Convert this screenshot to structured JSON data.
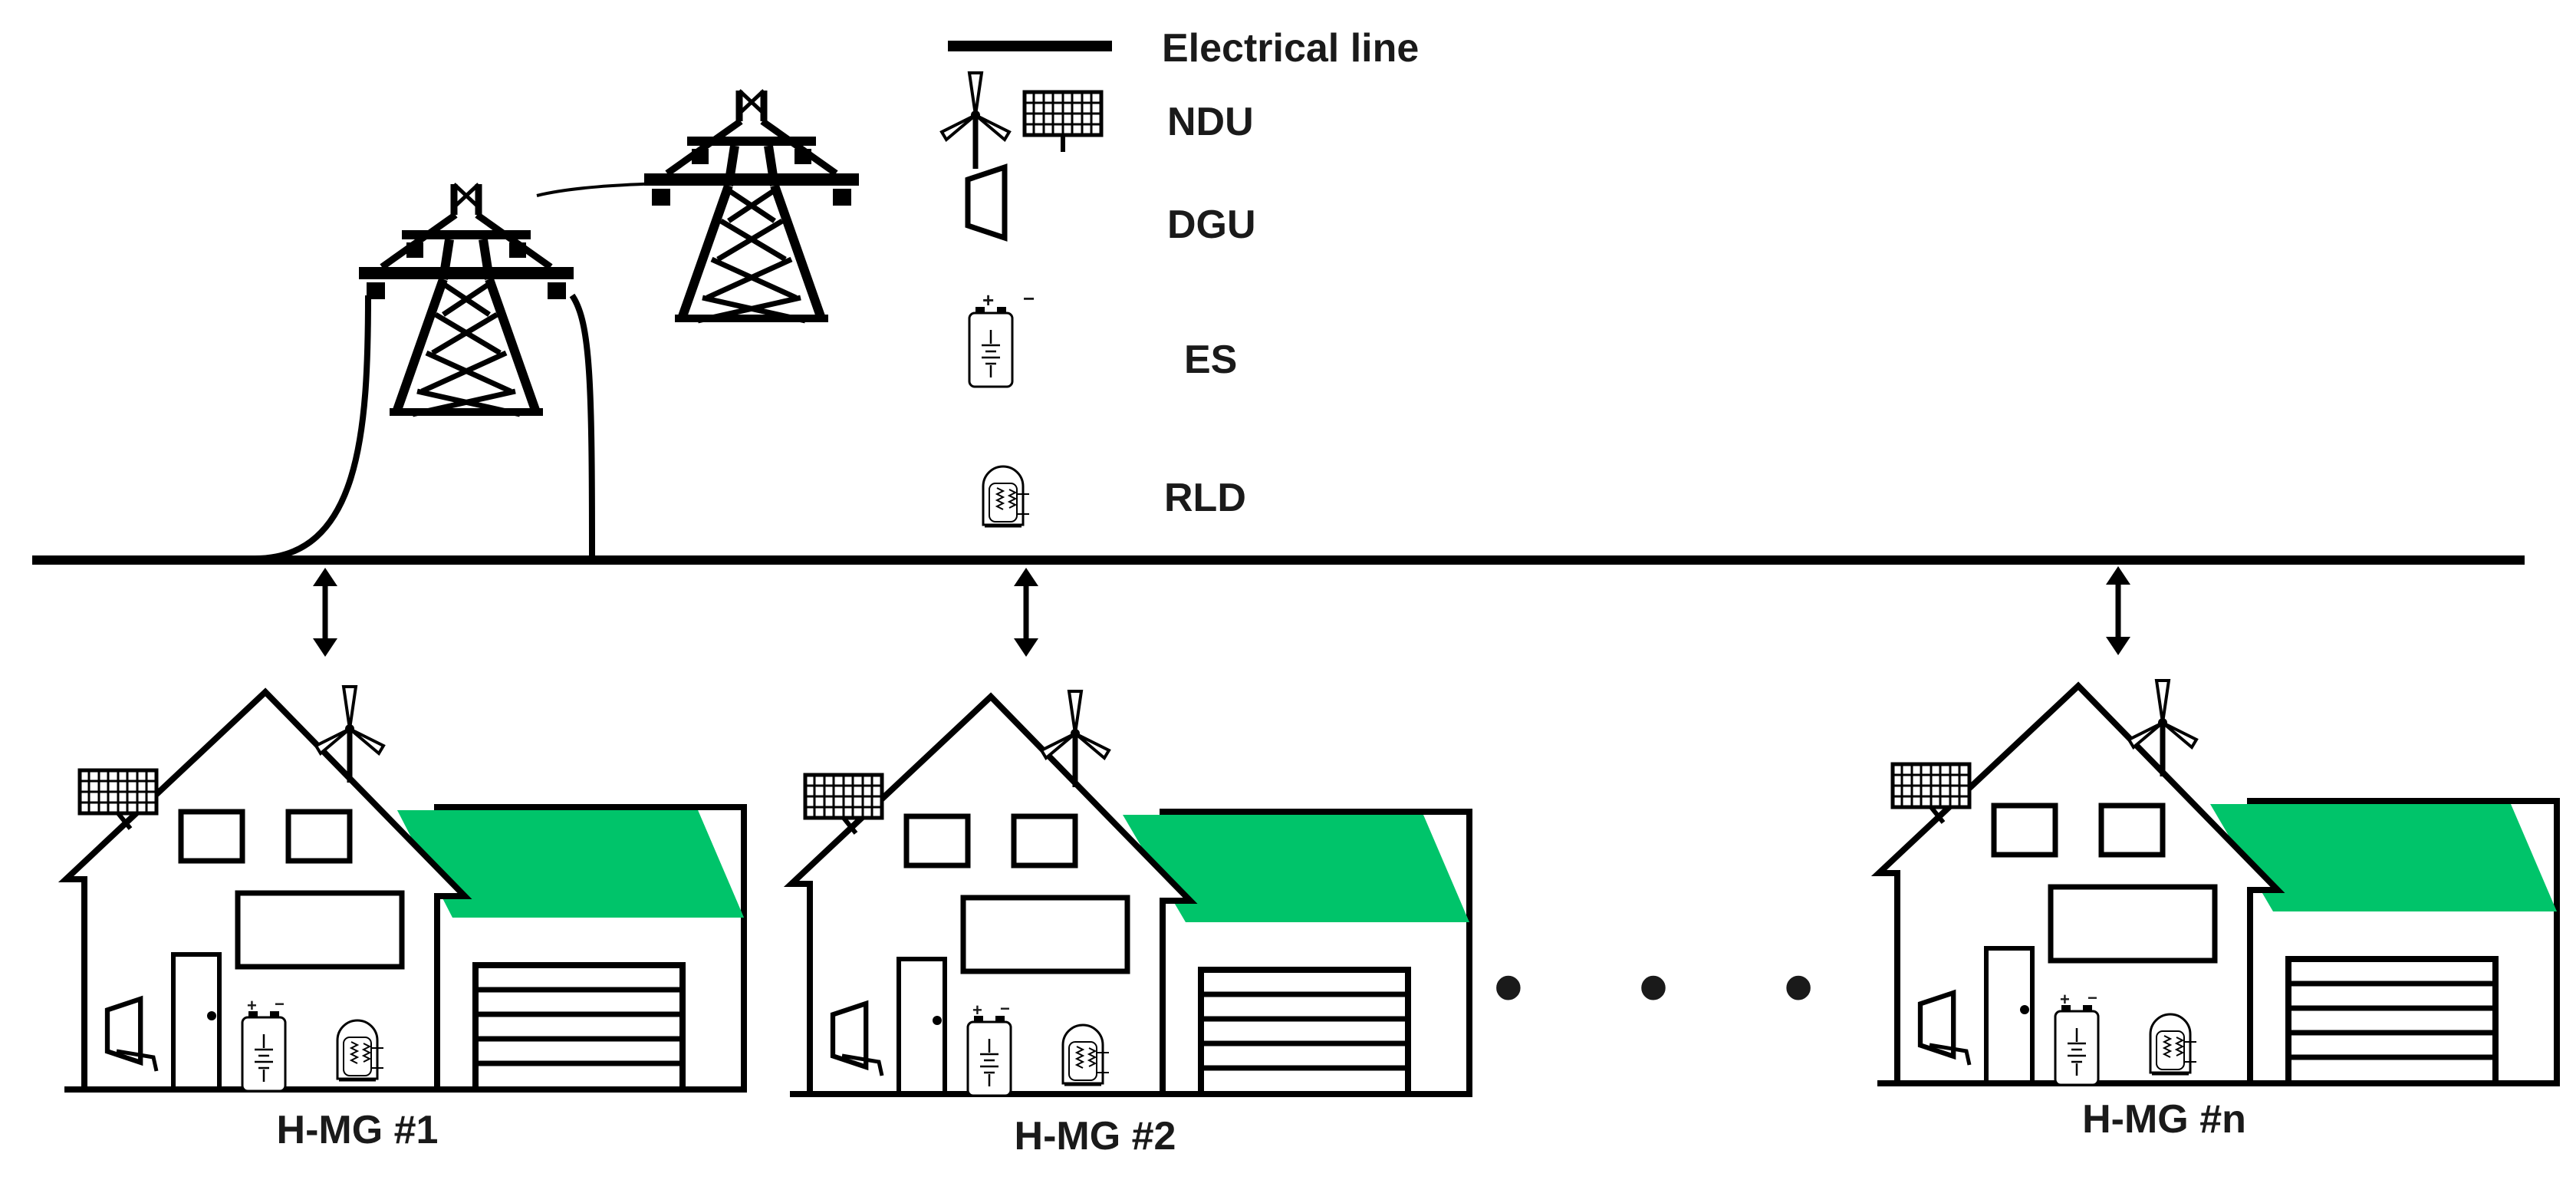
{
  "legend": {
    "electrical_line": "Electrical line",
    "ndu": "NDU",
    "dgu": "DGU",
    "es": "ES",
    "rld": "RLD"
  },
  "battery_signs": {
    "plus": "+",
    "minus": "−"
  },
  "houses": [
    {
      "label": "H-MG #1"
    },
    {
      "label": "H-MG #2"
    },
    {
      "label": "H-MG #n"
    }
  ],
  "ellipsis": "• • •",
  "colors": {
    "garage_roof": "#00c46a",
    "line": "#000000",
    "text": "#1a1a1a"
  }
}
